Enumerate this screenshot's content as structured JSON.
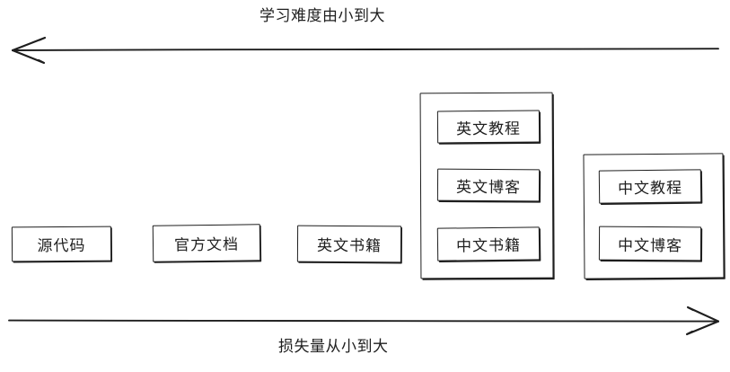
{
  "diagram": {
    "title_top": "学习难度由小到大",
    "title_bottom": "损失量从小到大",
    "stroke_color": "#1e1e1e",
    "background_color": "#ffffff",
    "axes": [
      {
        "name": "top-axis",
        "label": "学习难度由小到大",
        "direction": "left",
        "arrowhead": "open"
      },
      {
        "name": "bottom-axis",
        "label": "损失量从小到大",
        "direction": "right",
        "arrowhead": "open"
      }
    ],
    "columns": [
      {
        "grouped": false,
        "items": [
          "源代码"
        ]
      },
      {
        "grouped": false,
        "items": [
          "官方文档"
        ]
      },
      {
        "grouped": false,
        "items": [
          "英文书籍"
        ]
      },
      {
        "grouped": true,
        "items": [
          "英文教程",
          "英文博客",
          "中文书籍"
        ]
      },
      {
        "grouped": true,
        "items": [
          "中文教程",
          "中文博客"
        ]
      }
    ]
  }
}
